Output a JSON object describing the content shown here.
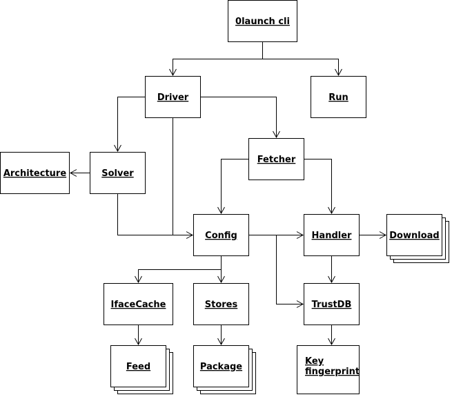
{
  "nodes": {
    "launch": "0launch cli",
    "driver": "Driver",
    "run": "Run",
    "architecture": "Architecture",
    "solver": "Solver",
    "fetcher": "Fetcher",
    "config": "Config",
    "handler": "Handler",
    "download": "Download",
    "ifacecache": "IfaceCache",
    "stores": "Stores",
    "trustdb": "TrustDB",
    "feed": "Feed",
    "package": "Package",
    "key_line1": "Key",
    "key_line2": "fingerprint"
  },
  "colors": {
    "stroke": "#000000",
    "fill": "#ffffff"
  }
}
